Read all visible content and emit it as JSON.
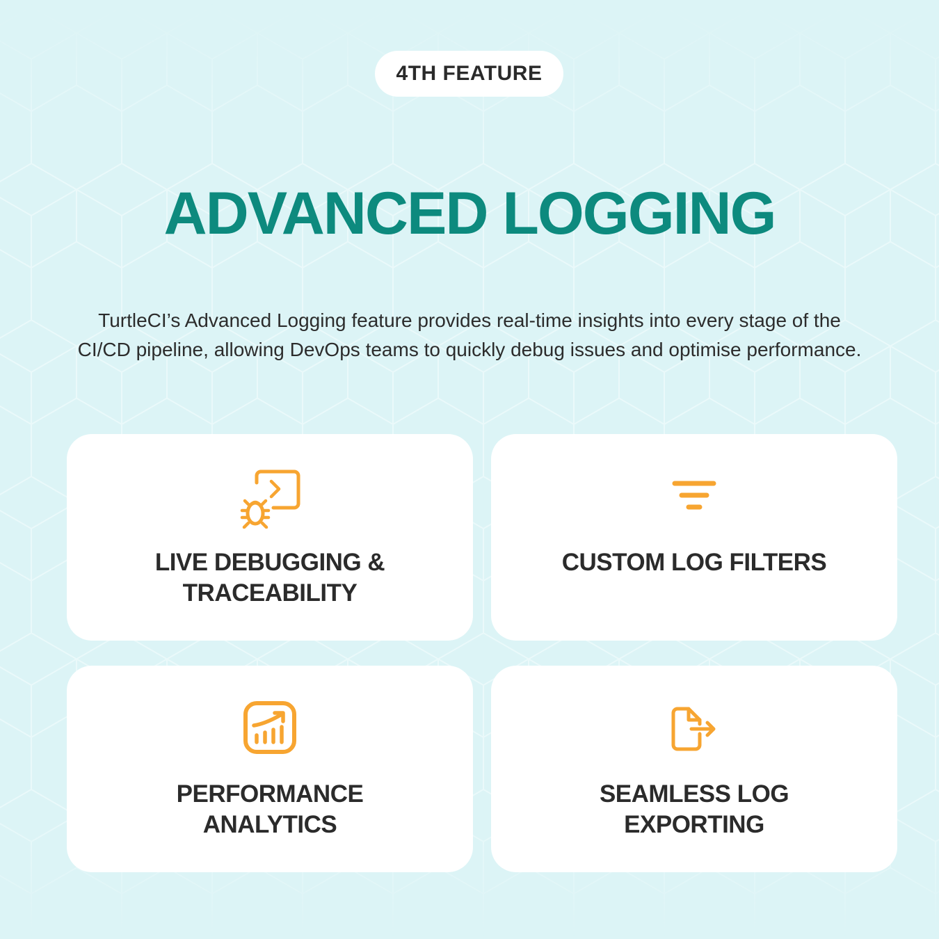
{
  "badge": "4TH FEATURE",
  "title": "ADVANCED LOGGING",
  "description": "TurtleCI’s Advanced Logging feature provides real-time insights into every stage of the CI/CD pipeline, allowing DevOps teams to quickly debug issues and optimise performance.",
  "colors": {
    "background": "#dcf4f6",
    "title": "#0d8a7e",
    "icon": "#f7a531",
    "card": "#ffffff",
    "text": "#2b2b2b"
  },
  "features": [
    {
      "label_line1": "LIVE DEBUGGING &",
      "label_line2": "TRACEABILITY",
      "icon": "debug-terminal-icon"
    },
    {
      "label_line1": "CUSTOM LOG FILTERS",
      "label_line2": "",
      "icon": "filter-icon"
    },
    {
      "label_line1": "PERFORMANCE",
      "label_line2": "ANALYTICS",
      "icon": "analytics-chart-icon"
    },
    {
      "label_line1": "SEAMLESS LOG",
      "label_line2": "EXPORTING",
      "icon": "file-export-icon"
    }
  ]
}
